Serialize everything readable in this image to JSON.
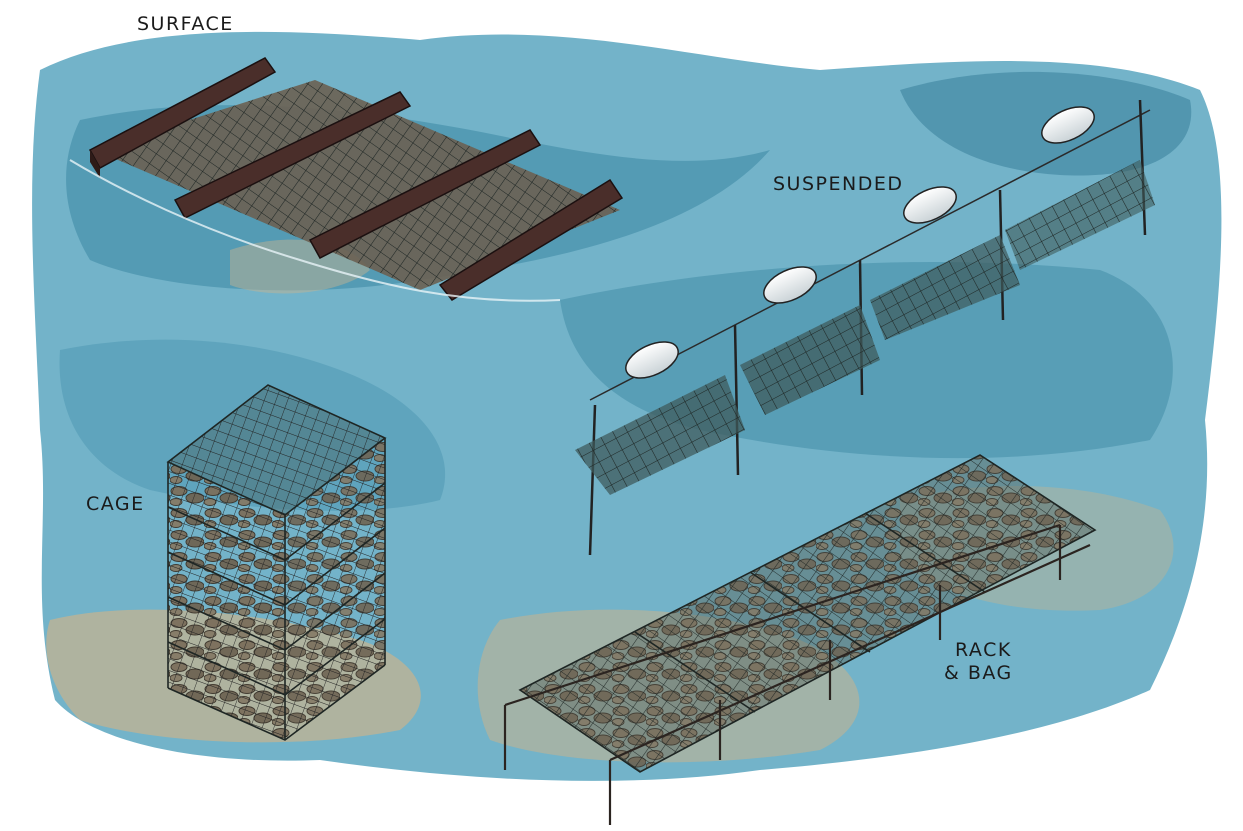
{
  "labels": {
    "surface": "SURFACE",
    "suspended": "SUSPENDED",
    "cage": "CAGE",
    "rack_line1": "RACK",
    "rack_line2": "& BAG"
  },
  "methods": [
    "SURFACE",
    "SUSPENDED",
    "CAGE",
    "RACK & BAG"
  ],
  "colors": {
    "water_light": "#5aa6bf",
    "water_dark": "#2f7f9b",
    "sand": "#c9b38d",
    "float_wood": "#4a2e2a",
    "mesh": "#1e2624",
    "oyster": "#6b6152",
    "buoy": "#f4f6f7"
  }
}
